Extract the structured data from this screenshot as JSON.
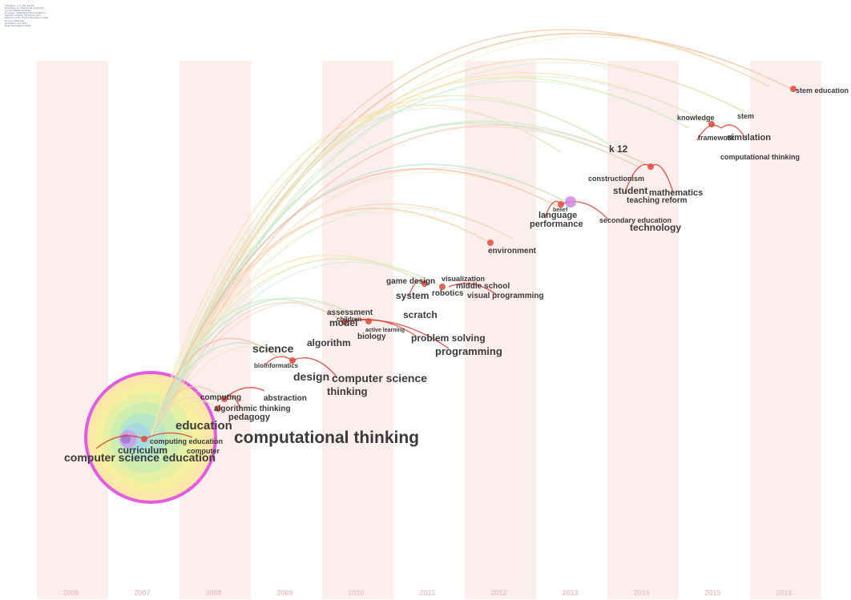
{
  "metadata_lines": [
    "CiteSpace, v. 5.3.R4 (64-bit)",
    "November 23, 2018 10:30:22 AM CST",
    "C:\\Users\\Desktop\\ct\\data",
    "Timespan: 2006-2016 (Slice Length=1)",
    "Selection Criteria: Top 50 per slice",
    "Network: N=81, E=410 (Density=0.1265)",
    "Pruning: Pathfinder",
    "Modularity Q=0.4272",
    "Mean Silhouette=0.5548"
  ],
  "years": [
    "2006",
    "2007",
    "2008",
    "2009",
    "2010",
    "2011",
    "2012",
    "2013",
    "2014",
    "2015",
    "2016"
  ],
  "colors": {
    "band": "#fdeeee",
    "link_red": "#d93a2b",
    "node_ring": "#e040e0",
    "year_label": "#f2c4c4",
    "keyword": "#3a3a3a"
  },
  "keywords": [
    {
      "text": "stem education",
      "year": "2016"
    },
    {
      "text": "knowledge",
      "year": "2015"
    },
    {
      "text": "stem",
      "year": "2015"
    },
    {
      "text": "framework",
      "year": "2015"
    },
    {
      "text": "simulation",
      "year": "2015"
    },
    {
      "text": "computational thinking",
      "year": "2015"
    },
    {
      "text": "k 12",
      "year": "2014"
    },
    {
      "text": "constructionism",
      "year": "2014"
    },
    {
      "text": "student",
      "year": "2014"
    },
    {
      "text": "mathematics",
      "year": "2014"
    },
    {
      "text": "teaching reform",
      "year": "2014"
    },
    {
      "text": "secondary education",
      "year": "2014"
    },
    {
      "text": "technology",
      "year": "2014"
    },
    {
      "text": "belief",
      "year": "2013"
    },
    {
      "text": "language",
      "year": "2013"
    },
    {
      "text": "performance",
      "year": "2013"
    },
    {
      "text": "environment",
      "year": "2012"
    },
    {
      "text": "game design",
      "year": "2011"
    },
    {
      "text": "visualization",
      "year": "2011"
    },
    {
      "text": "middle school",
      "year": "2011"
    },
    {
      "text": "system",
      "year": "2011"
    },
    {
      "text": "robotics",
      "year": "2011"
    },
    {
      "text": "visual programming",
      "year": "2011"
    },
    {
      "text": "assessment",
      "year": "2010"
    },
    {
      "text": "children",
      "year": "2010"
    },
    {
      "text": "model",
      "year": "2010"
    },
    {
      "text": "scratch",
      "year": "2010"
    },
    {
      "text": "active learning",
      "year": "2010"
    },
    {
      "text": "biology",
      "year": "2010"
    },
    {
      "text": "algorithm",
      "year": "2010"
    },
    {
      "text": "problem solving",
      "year": "2010"
    },
    {
      "text": "programming",
      "year": "2010"
    },
    {
      "text": "science",
      "year": "2009"
    },
    {
      "text": "bioinformatics",
      "year": "2009"
    },
    {
      "text": "design",
      "year": "2009"
    },
    {
      "text": "computer science",
      "year": "2009"
    },
    {
      "text": "thinking",
      "year": "2009"
    },
    {
      "text": "computing",
      "year": "2008"
    },
    {
      "text": "abstraction",
      "year": "2008"
    },
    {
      "text": "algorithmic thinking",
      "year": "2008"
    },
    {
      "text": "pedagogy",
      "year": "2008"
    },
    {
      "text": "education",
      "year": "2008"
    },
    {
      "text": "computational thinking",
      "year": "2007"
    },
    {
      "text": "computing education",
      "year": "2007"
    },
    {
      "text": "curriculum",
      "year": "2007"
    },
    {
      "text": "computer",
      "year": "2007"
    },
    {
      "text": "computer science education",
      "year": "2007"
    }
  ]
}
